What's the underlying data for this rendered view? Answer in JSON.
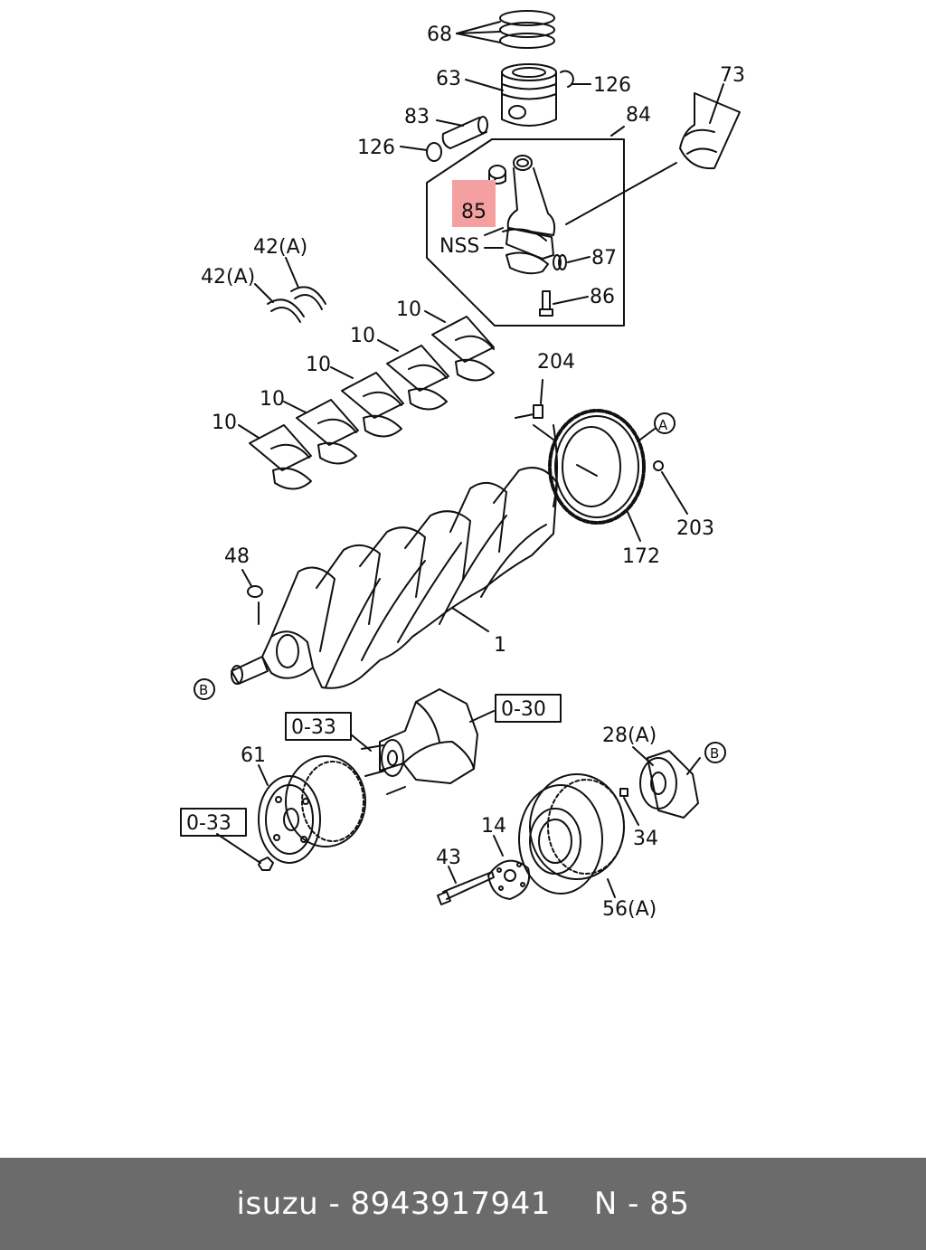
{
  "callouts": {
    "c68": "68",
    "c63": "63",
    "c126_top": "126",
    "c73": "73",
    "c83": "83",
    "c84": "84",
    "c126_left": "126",
    "c85": "85",
    "nss": "NSS",
    "c87": "87",
    "c86": "86",
    "c42a_top": "42(A)",
    "c42a_left": "42(A)",
    "c10_1": "10",
    "c10_2": "10",
    "c10_3": "10",
    "c10_4": "10",
    "c10_5": "10",
    "c204": "204",
    "cA": "A",
    "c203": "203",
    "c172": "172",
    "c48": "48",
    "c1": "1",
    "cB_left": "B",
    "ref030": "0-30",
    "ref033_top": "0-33",
    "ref033_left": "0-33",
    "c61": "61",
    "c28a": "28(A)",
    "cB_right": "B",
    "c14": "14",
    "c43": "43",
    "c34": "34",
    "c56a": "56(A)"
  },
  "highlight_color": "#f4a0a0",
  "footer": {
    "brand": "isuzu",
    "sep1": "-",
    "part_number": "8943917941",
    "n_label": "N",
    "sep2": "-",
    "n_value": "85"
  }
}
